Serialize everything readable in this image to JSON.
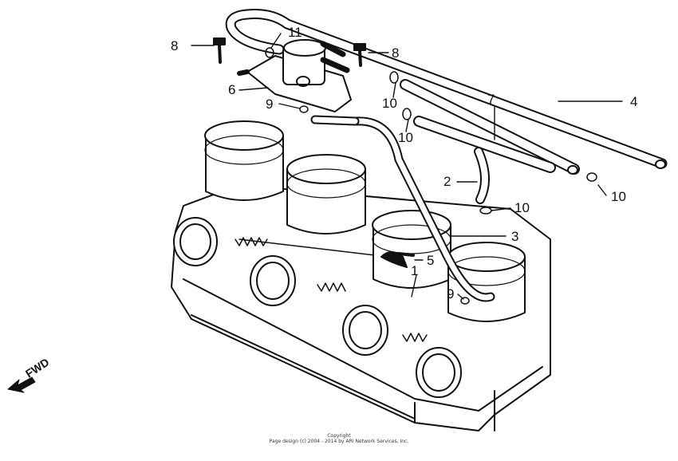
{
  "callouts": {
    "c1": "1",
    "c2": "2",
    "c3": "3",
    "c4": "4",
    "c5": "5",
    "c6": "6",
    "c7": "7",
    "c8a": "8",
    "c8b": "8",
    "c9a": "9",
    "c9b": "9",
    "c10a": "10",
    "c10b": "10",
    "c10c": "10",
    "c10d": "10",
    "c11": "11"
  },
  "fwd_label": "FWD",
  "footer": {
    "line1": "Copyright",
    "line2": "Page design (c) 2004 - 2014 by ARI Network Services, Inc."
  },
  "colors": {
    "ink": "#111111",
    "paper": "#ffffff"
  }
}
